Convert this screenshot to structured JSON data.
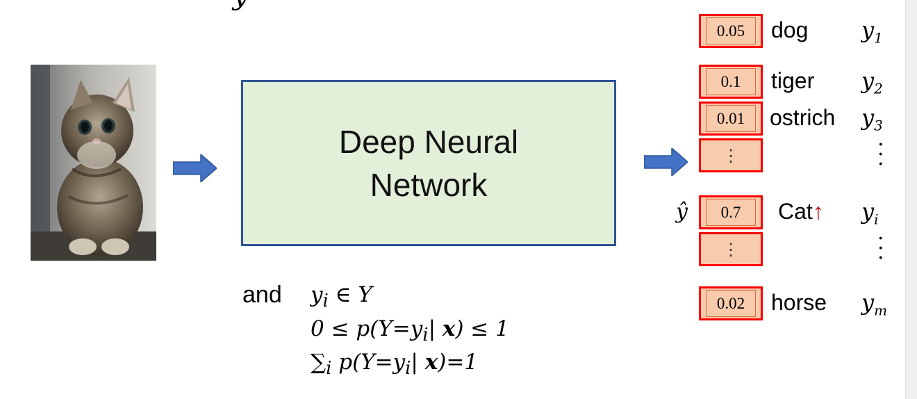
{
  "diagram": {
    "cut_top_glyph": "y",
    "network_label_line1": "Deep Neural",
    "network_label_line2": "Network",
    "and_label": "and",
    "math": {
      "line1_html": "y<sub>i</sub> ∈ Y",
      "line2_html": "0 ≤ p(Y=y<sub>i</sub>| <b>x</b>) ≤ 1",
      "line3_html": "∑<sub>i</sub> p(Y=y<sub>i</sub>| <b>x</b>)=1"
    },
    "yhat_label": "ŷ",
    "outputs": [
      {
        "prob": "0.05",
        "class": "dog",
        "y": "y",
        "sub": "1"
      },
      {
        "prob": "0.1",
        "class": "tiger",
        "y": "y",
        "sub": "2"
      },
      {
        "prob": "0.01",
        "class": "ostrich",
        "y": "y",
        "sub": "3"
      },
      {
        "prob": "⋮",
        "class": "",
        "y": "⋮",
        "sub": ""
      },
      {
        "prob": "0.7",
        "class": "Cat",
        "y": "y",
        "sub": "i",
        "marker": "↑"
      },
      {
        "prob": "⋮",
        "class": "",
        "y": "⋮",
        "sub": ""
      },
      {
        "prob": "0.02",
        "class": "horse",
        "y": "y",
        "sub": "m"
      }
    ],
    "colors": {
      "box_fill": "#e2efd9",
      "box_border": "#2f5597",
      "arrow_blue": "#4472c4",
      "cell_fill": "#f8cbad",
      "cell_border": "#ff0000",
      "marker_red": "#c00000"
    },
    "icons": [
      "right-arrow-icon",
      "up-arrow-icon"
    ]
  }
}
